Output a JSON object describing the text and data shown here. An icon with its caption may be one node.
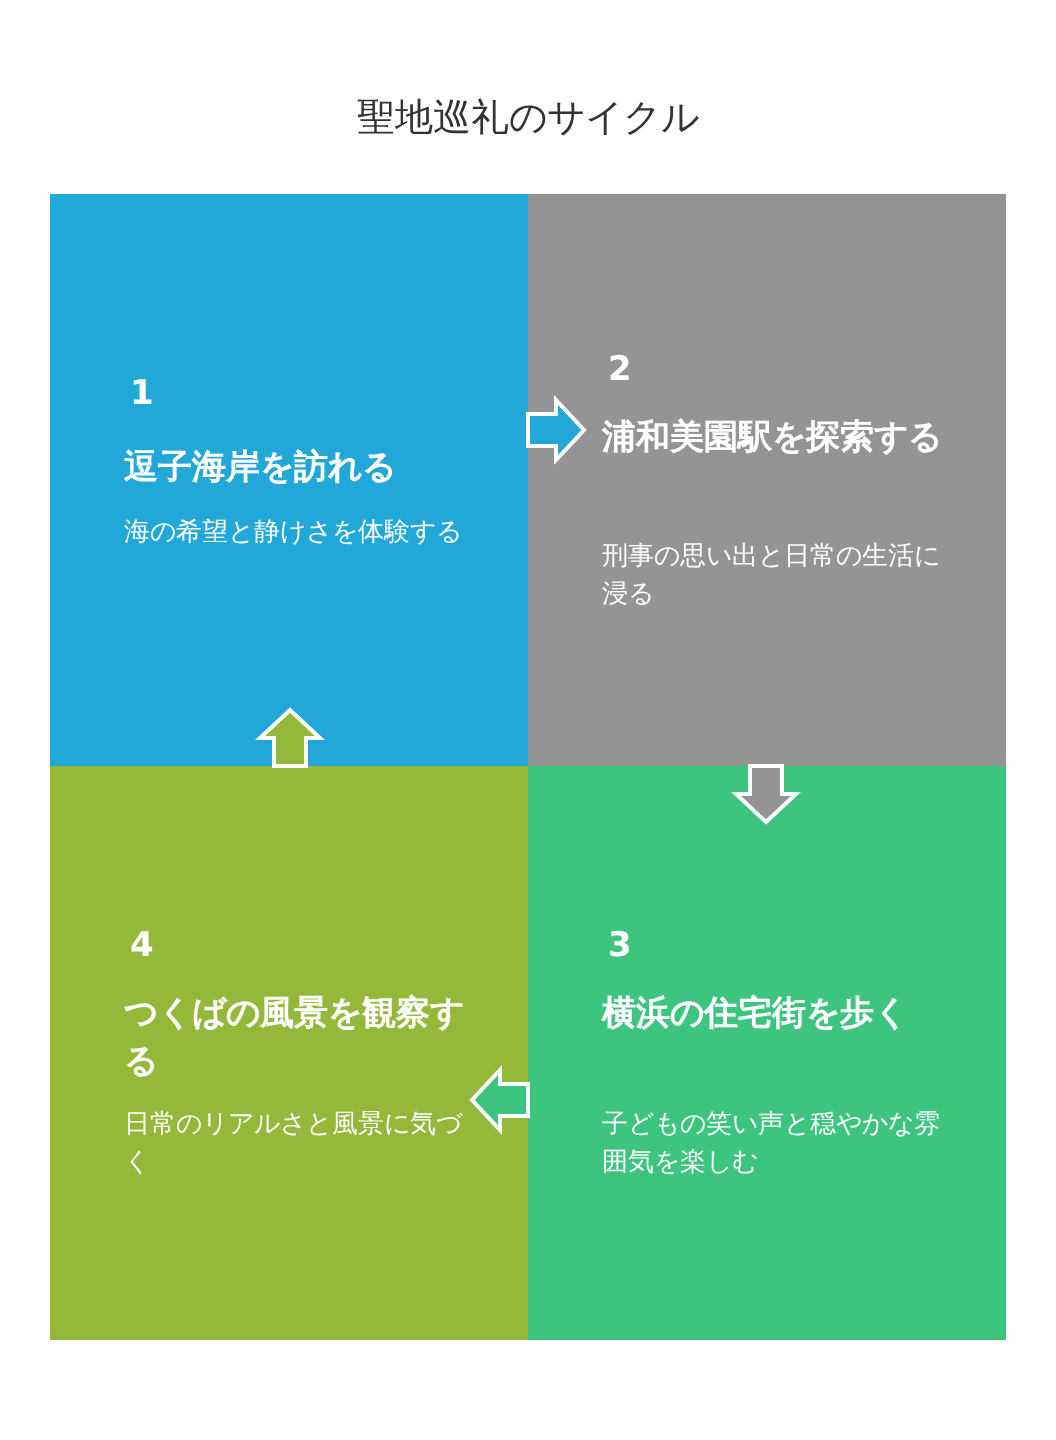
{
  "diagram": {
    "title": "聖地巡礼のサイクル",
    "nodes": [
      {
        "text": [
          "1",
          "逗子海岸を訪れる",
          "海の希望と静けさを体験する"
        ]
      },
      {
        "text": [
          "2",
          "浦和美園駅を探索する",
          "刑事の思い出と日常の生活に浸る"
        ]
      },
      {
        "text": [
          "3",
          "横浜の住宅街を歩く",
          "子どもの笑い声と穏やかな雰囲気を楽しむ"
        ]
      },
      {
        "text": [
          "4",
          "つくばの風景を観察する",
          "日常のリアルさと風景に気づく"
        ]
      }
    ],
    "edges": [
      {
        "from": 0,
        "to": 1,
        "arrow": "to"
      },
      {
        "from": 1,
        "to": 2,
        "arrow": "to"
      },
      {
        "from": 2,
        "to": 3,
        "arrow": "to"
      },
      {
        "from": 3,
        "to": 0,
        "arrow": "to"
      }
    ]
  }
}
